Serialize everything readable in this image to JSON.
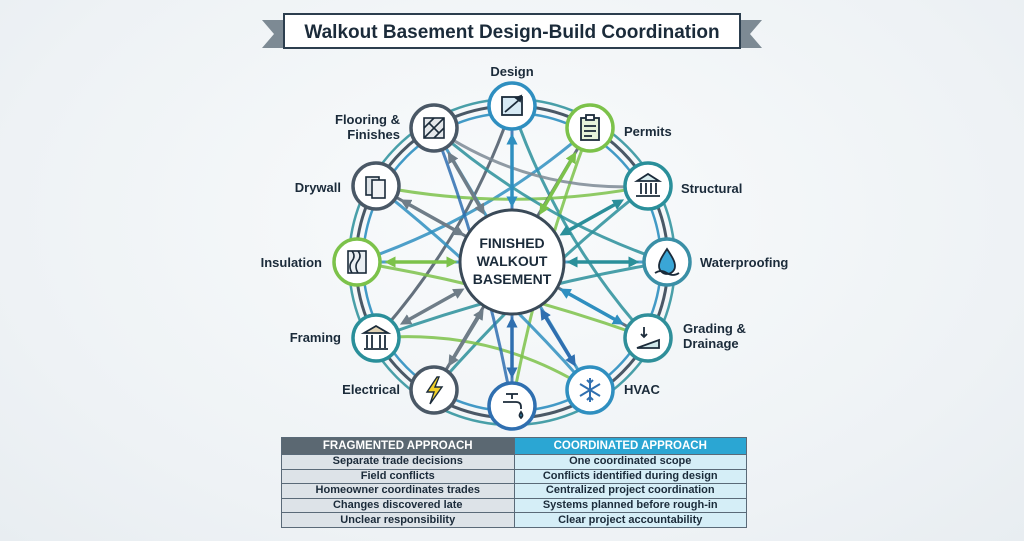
{
  "title": "Walkout Basement Design-Build Coordination",
  "center": {
    "lines": [
      "FINISHED",
      "WALKOUT",
      "BASEMENT"
    ]
  },
  "nodes": [
    {
      "id": "design",
      "lines": [
        "Design"
      ],
      "icon": "blueprint-pencil-icon",
      "color": "#2f8fc0"
    },
    {
      "id": "permits",
      "lines": [
        "Permits"
      ],
      "icon": "clipboard-icon",
      "color": "#7cc24a"
    },
    {
      "id": "structural",
      "lines": [
        "Structural"
      ],
      "icon": "building-columns-icon",
      "color": "#2a8f9a"
    },
    {
      "id": "waterproofing",
      "lines": [
        "Waterproofing"
      ],
      "icon": "water-drop-icon",
      "color": "#3a8fa6"
    },
    {
      "id": "grading",
      "lines": [
        "Grading &",
        "Drainage"
      ],
      "icon": "slope-arrow-icon",
      "color": "#2f8f9a"
    },
    {
      "id": "hvac",
      "lines": [
        "HVAC"
      ],
      "icon": "snowflake-icon",
      "color": "#2f8fc0"
    },
    {
      "id": "plumbing",
      "lines": [],
      "icon": "faucet-icon",
      "color": "#2f6fb0"
    },
    {
      "id": "electrical",
      "lines": [
        "Electrical"
      ],
      "icon": "lightning-icon",
      "color": "#4a5866"
    },
    {
      "id": "framing",
      "lines": [
        "Framing"
      ],
      "icon": "framing-icon",
      "color": "#2a8f9a"
    },
    {
      "id": "insulation",
      "lines": [
        "Insulation"
      ],
      "icon": "insulation-icon",
      "color": "#7cc24a"
    },
    {
      "id": "drywall",
      "lines": [
        "Drywall"
      ],
      "icon": "drywall-icon",
      "color": "#4a5866"
    },
    {
      "id": "flooring",
      "lines": [
        "Flooring &",
        "Finishes"
      ],
      "icon": "flooring-tiles-icon",
      "color": "#4a5866"
    }
  ],
  "table": {
    "headers": [
      "FRAGMENTED APPROACH",
      "COORDINATED APPROACH"
    ],
    "rows": [
      [
        "Separate trade decisions",
        "One coordinated scope"
      ],
      [
        "Field conflicts",
        "Conflicts identified during design"
      ],
      [
        "Homeowner coordinates trades",
        "Centralized project coordination"
      ],
      [
        "Changes discovered late",
        "Systems planned before rough-in"
      ],
      [
        "Unclear responsibility",
        "Clear project accountability"
      ]
    ]
  },
  "colors": {
    "dark": "#1b2b3a",
    "slate": "#4a5866",
    "gray": "#7d8a94",
    "blue": "#2f8fc0",
    "teal": "#2a8f9a",
    "green": "#7cc24a",
    "navy": "#2f6fb0",
    "banner_fold": "#7d8a94"
  }
}
